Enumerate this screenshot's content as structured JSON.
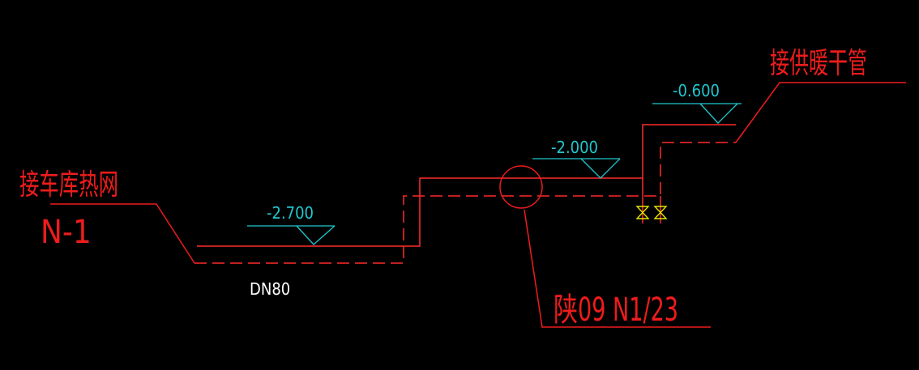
{
  "colors": {
    "background": "#000000",
    "pipe": "#ff2a2a",
    "leader": "#ee1c1c",
    "elevation": "#20c8d0",
    "valve": "#e6e600",
    "label_white": "#ffffff"
  },
  "labels": {
    "left_connection": "接车库热网",
    "left_code": "N-1",
    "right_connection": "接供暖干管",
    "pipe_size": "DN80",
    "detail_ref": "陕09 N1/23"
  },
  "elevations": {
    "low": "-2.700",
    "mid": "-2.000",
    "high": "-0.600"
  },
  "icons": {
    "elevation_marker": "triangle-elevation-icon",
    "valve": "gate-valve-icon",
    "detail_circle": "detail-circle-icon"
  }
}
